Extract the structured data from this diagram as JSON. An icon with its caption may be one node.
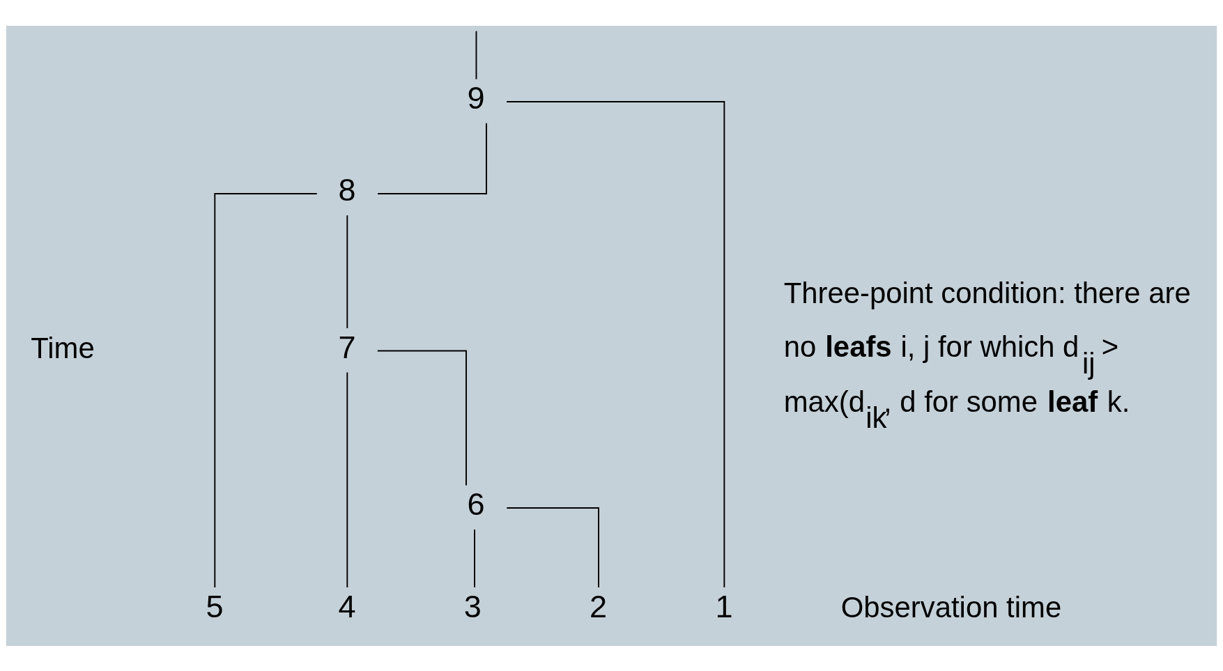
{
  "diagram": {
    "nodes": [
      {
        "text": [
          "9"
        ]
      },
      {
        "text": [
          "8"
        ]
      },
      {
        "text": [
          "7"
        ]
      },
      {
        "text": [
          "6"
        ]
      },
      {
        "text": [
          "5"
        ]
      },
      {
        "text": [
          "4"
        ]
      },
      {
        "text": [
          "3"
        ]
      },
      {
        "text": [
          "2"
        ]
      },
      {
        "text": [
          "1"
        ]
      }
    ],
    "edges": [
      {
        "from": null,
        "to": 0,
        "arrow": "none"
      },
      {
        "from": 0,
        "to": 1,
        "arrow": "none"
      },
      {
        "from": 0,
        "to": 8,
        "arrow": "none"
      },
      {
        "from": 1,
        "to": 4,
        "arrow": "none"
      },
      {
        "from": 1,
        "to": 2,
        "arrow": "none"
      },
      {
        "from": 2,
        "to": 5,
        "arrow": "none"
      },
      {
        "from": 2,
        "to": 3,
        "arrow": "none"
      },
      {
        "from": 3,
        "to": 6,
        "arrow": "none"
      },
      {
        "from": 3,
        "to": 7,
        "arrow": "none"
      }
    ],
    "labels": [
      "Time",
      "Three-point condition: there are no **leafs** i, j for which d$_{ij}$ > max(d$_{ik}$, d for some **leaf** k.",
      "Observation time"
    ]
  }
}
